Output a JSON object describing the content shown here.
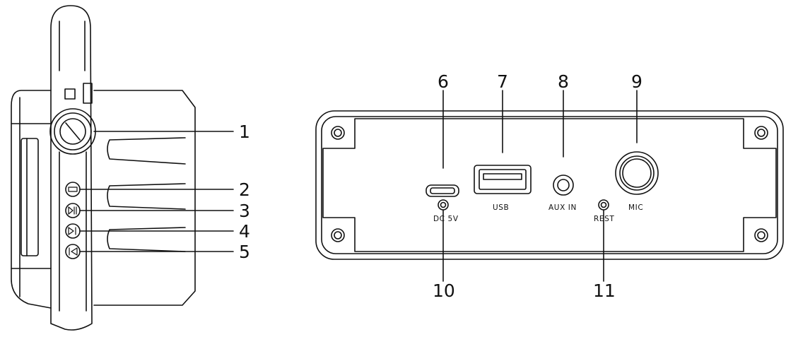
{
  "callouts": {
    "c1": "1",
    "c2": "2",
    "c3": "3",
    "c4": "4",
    "c5": "5",
    "c6": "6",
    "c7": "7",
    "c8": "8",
    "c9": "9",
    "c10": "10",
    "c11": "11"
  },
  "port_labels": {
    "dc": "DC 5V",
    "usb": "USB",
    "aux": "AUX IN",
    "rest": "REST",
    "mic": "MIC"
  },
  "button_icons": [
    "mode-icon",
    "play-pause-icon",
    "next-track-icon",
    "previous-track-icon"
  ]
}
